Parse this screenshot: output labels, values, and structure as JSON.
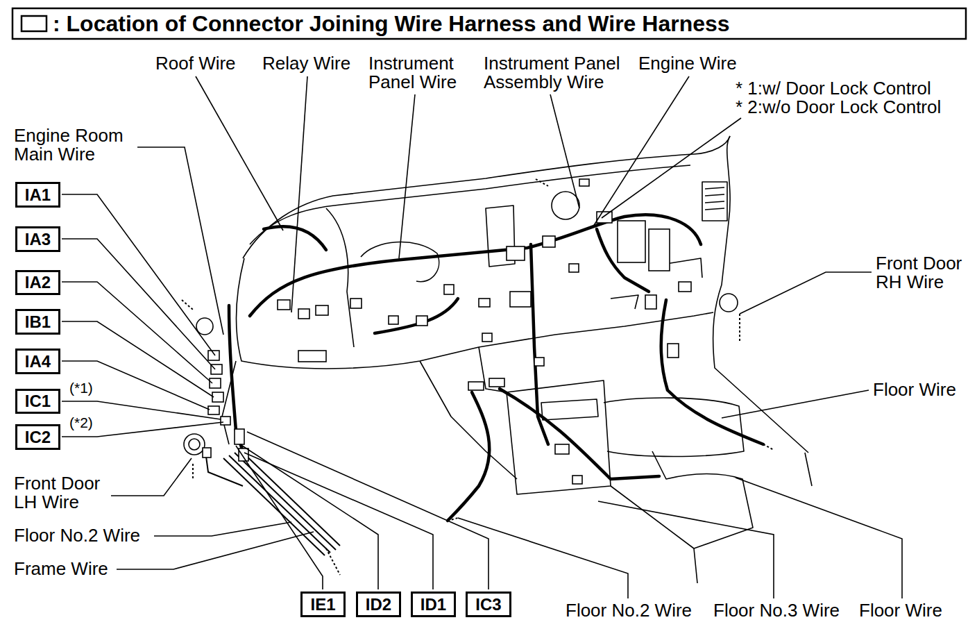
{
  "diagram": {
    "title": ": Location of Connector Joining Wire Harness and Wire Harness",
    "nodes": [
      {
        "text": [
          "IA1"
        ]
      },
      {
        "text": [
          "IA3"
        ]
      },
      {
        "text": [
          "IA2"
        ]
      },
      {
        "text": [
          "IB1"
        ]
      },
      {
        "text": [
          "IA4"
        ]
      },
      {
        "text": [
          "IC1"
        ]
      },
      {
        "text": [
          "IC2"
        ]
      },
      {
        "text": [
          "IE1"
        ]
      },
      {
        "text": [
          "ID2"
        ]
      },
      {
        "text": [
          "ID1"
        ]
      },
      {
        "text": [
          "IC3"
        ]
      }
    ],
    "labels": [
      "Roof Wire",
      "Relay Wire",
      "Instrument Panel Wire",
      "Instrument Panel Assembly Wire",
      "Engine Wire",
      "* 1:w/ Door Lock Control",
      "* 2:w/o Door Lock Control",
      "Engine Room Main Wire",
      "Front Door RH Wire",
      "(*1)",
      "Floor Wire",
      "(*2)",
      "Front Door LH Wire",
      "Floor No.2 Wire",
      "Frame Wire",
      "Floor No.2 Wire",
      "Floor No.3 Wire",
      "Floor Wire"
    ]
  }
}
